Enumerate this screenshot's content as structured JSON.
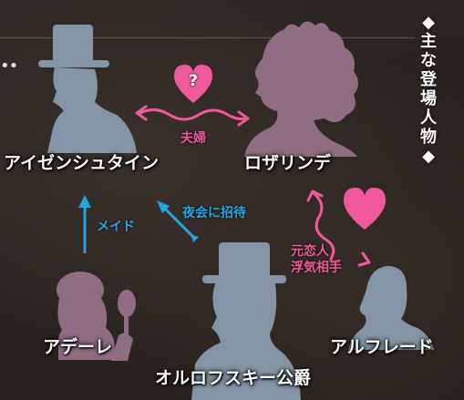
{
  "title": "◆主な登場人物◆",
  "characters": {
    "eisenstein": "アイゼンシュタイン",
    "rosalinde": "ロザリンデ",
    "adele": "アデーレ",
    "orlofsky": "オルロフスキー公爵",
    "alfred": "アルフレード"
  },
  "relations": {
    "couple": "夫婦",
    "heart_question": "?",
    "maid": "メイド",
    "invite": "夜会に招待",
    "ex_lover_1": "元恋人",
    "ex_lover_2": "浮気相手"
  },
  "colors": {
    "male_silhouette": "#8595a6",
    "female_silhouette": "#8f6e84",
    "relation_pink": "#f05a9c",
    "relation_blue": "#22a5e0"
  }
}
